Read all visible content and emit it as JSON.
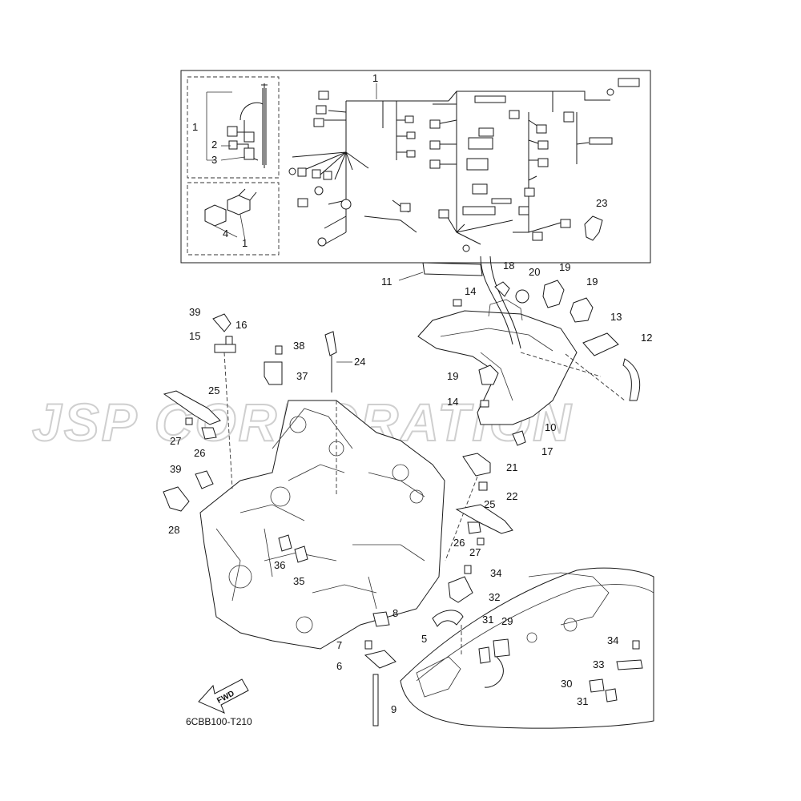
{
  "watermark": "JSP CORPORATION",
  "diagram_code": "6CBB100-T210",
  "fwd_label": "FWD",
  "callouts": {
    "c1a": "1",
    "c1b": "1",
    "c2": "2",
    "c3": "3",
    "c4": "4",
    "c1c": "1",
    "c23": "23",
    "c11": "11",
    "c18": "18",
    "c20": "20",
    "c19a": "19",
    "c19b": "19",
    "c14a": "14",
    "c13": "13",
    "c12": "12",
    "c19c": "19",
    "c14b": "14",
    "c10": "10",
    "c17": "17",
    "c21": "21",
    "c22": "22",
    "c25a": "25",
    "c26a": "26",
    "c27a": "27",
    "c34a": "34",
    "c32": "32",
    "c39a": "39",
    "c16": "16",
    "c15": "15",
    "c38": "38",
    "c37": "37",
    "c24": "24",
    "c25b": "25",
    "c27b": "27",
    "c26b": "26",
    "c39b": "39",
    "c28": "28",
    "c36": "36",
    "c35": "35",
    "c8": "8",
    "c5": "5",
    "c31a": "31",
    "c29": "29",
    "c7": "7",
    "c6": "6",
    "c9": "9",
    "c34b": "34",
    "c33": "33",
    "c30": "30",
    "c31b": "31"
  }
}
